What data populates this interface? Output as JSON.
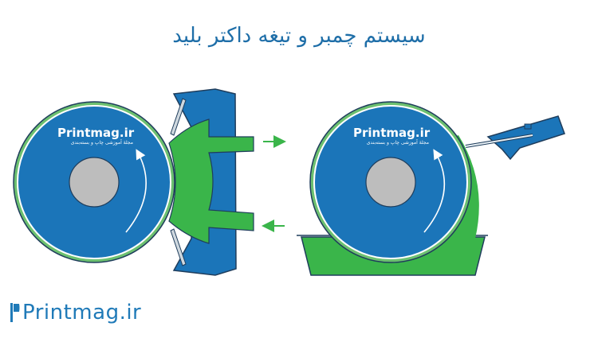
{
  "title": "سیستم چمبر و تیغه داکتر بلید",
  "logo": {
    "brand": "Printmag.ir",
    "tagline": "مجلهٔ آموزشی چاپ و بسته‌بندی"
  },
  "colors": {
    "roll_blue": "#1b75b9",
    "ink_green": "#3ab54a",
    "outline": "#1f3d5c",
    "grey_core": "#bdbdbd",
    "title_blue": "#1e6ea8"
  },
  "icons": {
    "flow_arrow_out": "arrow-right-icon",
    "flow_arrow_in": "arrow-left-icon",
    "rotation_arrow": "rotation-arrow-icon"
  }
}
